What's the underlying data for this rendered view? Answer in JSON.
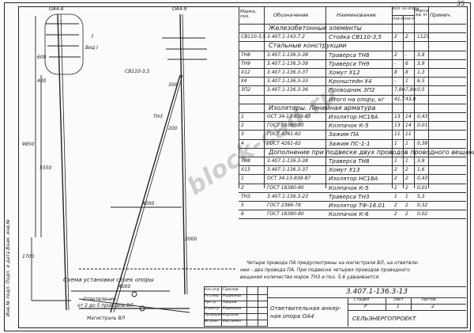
{
  "page_number": "35",
  "drawing": {
    "support_left": "ОА4-8",
    "support_right": "ОА4-9",
    "sec_mark": "I",
    "sec_label": "Вид I",
    "pole_label": "СВ110-3,5",
    "cross_tn3": "ТН3",
    "dim_600": "600",
    "dim_400": "400",
    "dim_300": "300",
    "dim_200": "200",
    "dim_9850": "9850",
    "dim_5550": "5550",
    "dim_4000": "4000",
    "dim_1700": "1700",
    "dim_2000": "2000",
    "scheme_title": "Схема установки стоек опоры",
    "scheme_dim": "4000",
    "branch_label": "Ответвление",
    "branch_sub": "от 2 до 5 проводов ВЛ",
    "main_label": "Магистраль ВЛ"
  },
  "table": {
    "headers": {
      "mark": "Марка, поз.",
      "designation": "Обозначение",
      "name": "Наименование",
      "qty": "Кол. на опору",
      "qty_sub": [
        "ОА4-8",
        "ОА4-9"
      ],
      "mass": "Масса ед. кг",
      "note": "Примеч."
    },
    "sec_concrete": "Железобетонные элементы",
    "sec_steel": "Стальные конструкции",
    "sec_insul": "Изоляторы. Линейная арматура",
    "sec_add": "Дополнение при подвеске двух проводов проводного вещания",
    "rows_concrete": [
      {
        "mark": "СВ110-3,5",
        "des": "3.407.1-143.7.2",
        "name": "Стойка СВ110-3,5",
        "q1": "2",
        "q2": "2",
        "mass": "1125"
      }
    ],
    "rows_steel": [
      {
        "mark": "ТН8",
        "des": "3.407.1-136.3-38",
        "name": "Траверса ТН8",
        "q1": "2",
        "q2": "-",
        "mass": "3,8"
      },
      {
        "mark": "ТН9",
        "des": "3.407.1-136.3-38",
        "name": "Траверса ТН9",
        "q1": "-",
        "q2": "6",
        "mass": "3,9"
      },
      {
        "mark": "Х12",
        "des": "3.407.1-136.3-37",
        "name": "Хомут Х12",
        "q1": "8",
        "q2": "8",
        "mass": "1,3"
      },
      {
        "mark": "У4",
        "des": "3.407.1-136.3-33",
        "name": "Кронштейн У4",
        "q1": "-",
        "q2": "1",
        "mass": "6,5"
      },
      {
        "mark": "ЗП2",
        "des": "3.407.1-136.3-36",
        "name": "Проводник ЗП2",
        "q1": "7,8м",
        "q2": "7,8м",
        "mass": "0,5"
      },
      {
        "mark": "",
        "des": "",
        "name": "Итого на опору, кг",
        "q1": "41,7",
        "q2": "43,8",
        "mass": ""
      }
    ],
    "rows_insul": [
      {
        "mark": "1",
        "des": "ОСТ 34-13-838-87",
        "name": "Изолятор НС18А",
        "q1": "13",
        "q2": "14",
        "mass": "0,43"
      },
      {
        "mark": "2",
        "des": "ГОСТ 18380-80",
        "name": "Колпачок К-5",
        "q1": "13",
        "q2": "14",
        "mass": "0,01"
      },
      {
        "mark": "3",
        "des": "ГОСТ 4261-82",
        "name": "Зажим ПА",
        "q1": "11",
        "q2": "11",
        "mass": ""
      },
      {
        "mark": "4",
        "des": "ГОСТ 4261-82",
        "name": "Зажим ПС-1-1",
        "q1": "1",
        "q2": "1",
        "mass": "0,38"
      }
    ],
    "rows_add": [
      {
        "mark": "ТН8",
        "des": "3.407.1-136.3-38",
        "name": "Траверса ТН8",
        "q1": "1",
        "q2": "1",
        "mass": "3,9"
      },
      {
        "mark": "Х13",
        "des": "3.407.1-136.3-37",
        "name": "Хомут Х13",
        "q1": "2",
        "q2": "2",
        "mass": "1,6"
      },
      {
        "mark": "1",
        "des": "ОСТ 34-13-838-87",
        "name": "Изолятор НС18А",
        "q1": "2",
        "q2": "2",
        "mass": "0,43"
      },
      {
        "mark": "2",
        "des": "ГОСТ 18380-80",
        "name": "Колпачок К-5",
        "q1": "2",
        "q2": "2",
        "mass": "0,01"
      },
      {
        "mark": "ТН3",
        "des": "3.407.1-136.3-23",
        "name": "Траверса ТН3",
        "q1": "1",
        "q2": "1",
        "mass": "5,3"
      },
      {
        "mark": "5",
        "des": "ГОСТ 2366-78",
        "name": "Изолятор ТФ-16.01",
        "q1": "2",
        "q2": "2",
        "mass": "0,32"
      },
      {
        "mark": "6",
        "des": "ГОСТ 18380-80",
        "name": "Колпачок К-6",
        "q1": "2",
        "q2": "2",
        "mass": "0,02"
      }
    ]
  },
  "note": {
    "line1": "Четыре провода ПА предусмотрены на магистрали ВЛ, на ответвле-",
    "line2": "нии - два провода ПА. При подвеске четырех проводов проводного",
    "line3": "вещания количество марок ТН3 и поз. 5,6 удваивается."
  },
  "title_block": {
    "code": "3.407.1-136.3-13",
    "title1": "Ответвительная анкер-",
    "title2": "ная опора ОА4",
    "stage_hdr": "Стадия",
    "sheet_hdr": "Лист",
    "sheets_hdr": "Листов",
    "stage": "Р",
    "sheet": "1",
    "sheets": "2",
    "org": "СЕЛЬЭНЕРГОПРОЕКТ",
    "roles": [
      "Нач.отд",
      "Гл.спец",
      "Рук.гр",
      "Н.контр",
      "Проверил",
      "Исполн."
    ],
    "names": [
      "Горелов",
      "Родионов",
      "Здоров",
      "Родионов",
      "Карасев",
      "Кисличко"
    ]
  },
  "side_stamp": "Инв.№ подл. Подп. и дата Взам. инв.№",
  "watermark": "block-cad.ru"
}
